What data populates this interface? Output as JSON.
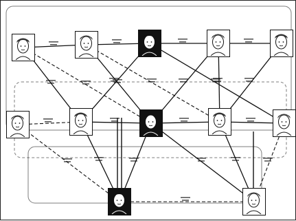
{
  "diagram": {
    "kind": "character relationship chart",
    "legible_text": "",
    "colors": {
      "ink": "#111111",
      "paper": "#ffffff",
      "dark_frame": "#111111"
    },
    "nodes": [
      {
        "id": "c1",
        "dark_frame": false
      },
      {
        "id": "c2",
        "dark_frame": false
      },
      {
        "id": "c3",
        "dark_frame": true
      },
      {
        "id": "c4",
        "dark_frame": false
      },
      {
        "id": "c5",
        "dark_frame": false
      },
      {
        "id": "c6",
        "dark_frame": false
      },
      {
        "id": "c7",
        "dark_frame": false
      },
      {
        "id": "c8",
        "dark_frame": true
      },
      {
        "id": "c9",
        "dark_frame": false
      },
      {
        "id": "c10",
        "dark_frame": false
      },
      {
        "id": "c11",
        "dark_frame": true
      },
      {
        "id": "c12",
        "dark_frame": false
      }
    ]
  }
}
